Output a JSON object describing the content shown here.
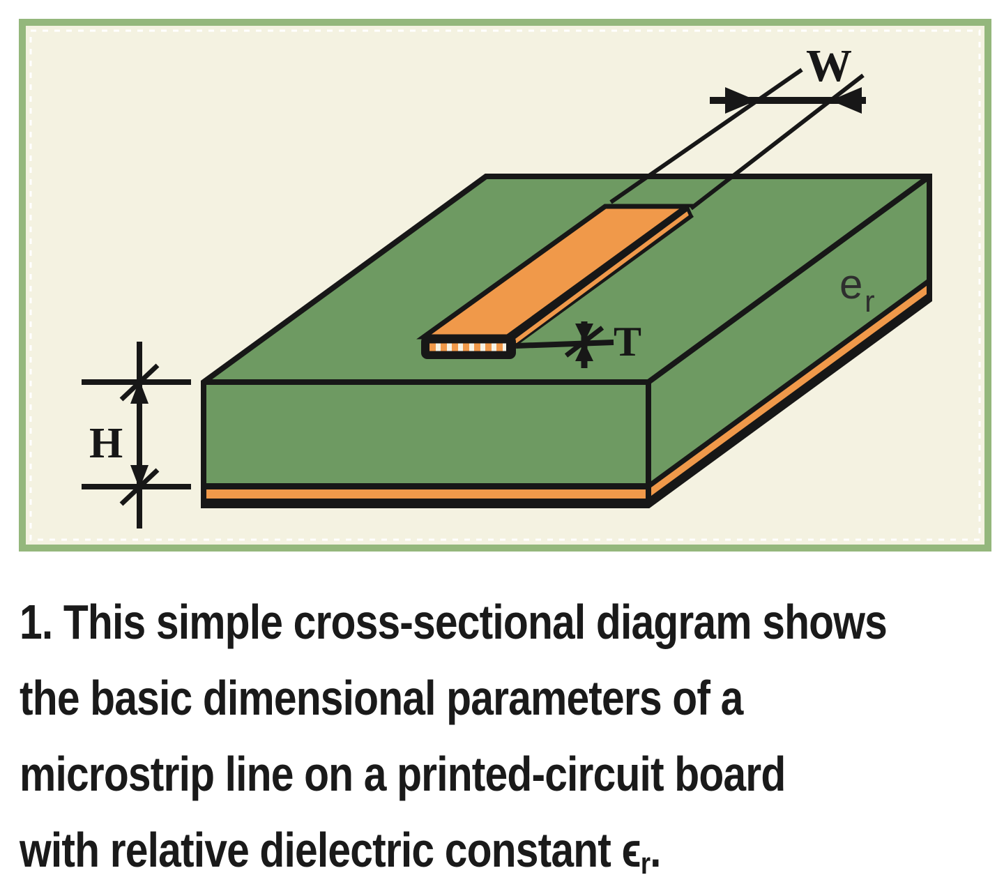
{
  "figure": {
    "labels": {
      "width": "W",
      "thickness": "T",
      "height": "H",
      "dielectric_base": "e",
      "dielectric_sub": "r"
    },
    "colors": {
      "panel_background": "#f4f2e1",
      "panel_border_green": "#94b77c",
      "board_green": "#6e9a62",
      "copper_orange": "#f0994a",
      "outline_black": "#171717"
    }
  },
  "caption": {
    "line1": "1. This simple cross-sectional diagram shows",
    "line2": "the basic dimensional parameters of a",
    "line3": "microstrip line on a printed-circuit board",
    "line4_pre": "with relative dielectric constant ϵ",
    "line4_sub": "r",
    "line4_post": "."
  }
}
